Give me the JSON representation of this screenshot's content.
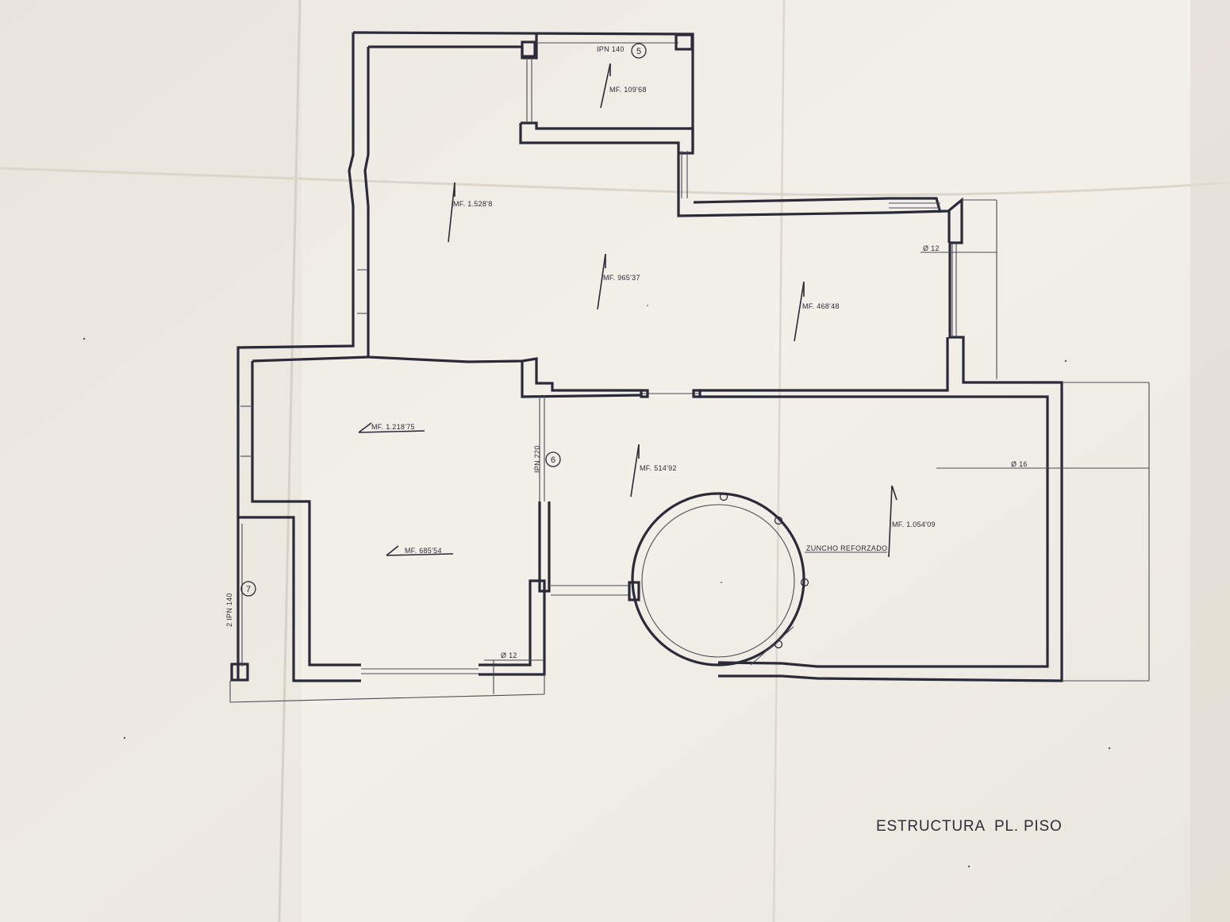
{
  "drawing_title": "ESTRUCTURA  PL. PISO",
  "beams": [
    {
      "label": "IPN 140",
      "marker": "5"
    },
    {
      "label": "IPN 220",
      "marker": "6"
    },
    {
      "label": "2  IPN 140",
      "marker": "7"
    }
  ],
  "slab_labels": {
    "top_small": "MF. 109'68",
    "top_left_large": "MF. 1.528'8",
    "center_top": "MF. 965'37",
    "right_upper": "MF. 468'48",
    "left_upper": "MF. 1.218'75",
    "left_lower": "MF. 685'54",
    "center_mid": "MF. 514'92",
    "right_large": "MF. 1.054'09"
  },
  "dimensions": {
    "dia_12_top": "Ø 12",
    "dia_16": "Ø 16",
    "dia_12_bottom": "Ø 12"
  },
  "annotation": "ZUNCHO REFORZADO",
  "colors": {
    "paper": "#f1eee6",
    "ink": "#2a2a38"
  }
}
